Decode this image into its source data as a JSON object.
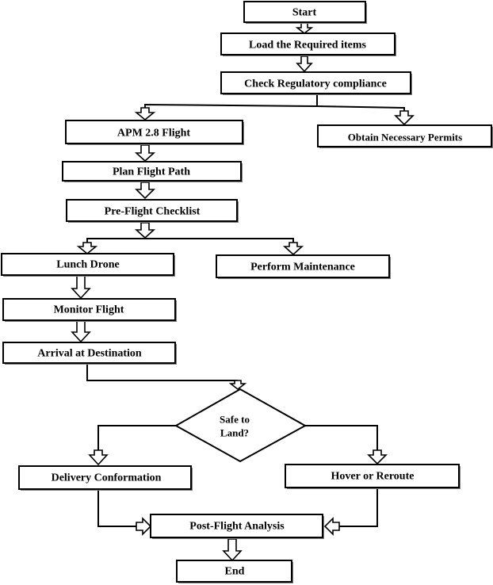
{
  "nodes": {
    "start": "Start",
    "load_items": "Load the Required items",
    "check_compliance": "Check Regulatory compliance",
    "apm_flight": "APM 2.8 Flight",
    "obtain_permits": "Obtain Necessary Permits",
    "plan_path": "Plan Flight Path",
    "preflight_checklist": "Pre-Flight Checklist",
    "lunch_drone": "Lunch Drone",
    "perform_maintenance": "Perform Maintenance",
    "monitor_flight": "Monitor Flight",
    "arrival": "Arrival at Destination",
    "safe_line1": "Safe to",
    "safe_line2": "Land?",
    "delivery_confirmation": "Delivery Conformation",
    "hover_reroute": "Hover or Reroute",
    "post_flight": "Post-Flight Analysis",
    "end": "End"
  }
}
